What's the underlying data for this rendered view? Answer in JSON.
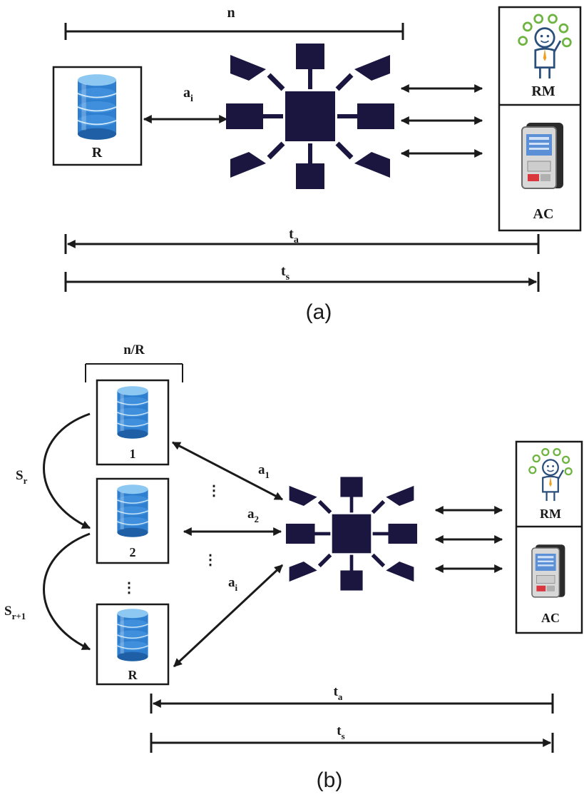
{
  "panel_a": {
    "caption": "(a)",
    "n_label": "n",
    "repo_label": "R",
    "link_label": {
      "base": "a",
      "sub": "i"
    },
    "rm_label": "RM",
    "ac_label": "AC",
    "ta_label": {
      "base": "t",
      "sub": "a"
    },
    "ts_label": {
      "base": "t",
      "sub": "s"
    }
  },
  "panel_b": {
    "caption": "(b)",
    "group_label": "n/R",
    "repo_labels": [
      "1",
      "2",
      "R"
    ],
    "sr_label": {
      "base": "S",
      "sub": "r"
    },
    "sr1_label": {
      "base": "S",
      "sub": "r+1"
    },
    "links": [
      {
        "base": "a",
        "sub": "1"
      },
      {
        "base": "a",
        "sub": "2"
      },
      {
        "base": "a",
        "sub": "i"
      }
    ],
    "vdots": "⋮",
    "rm_label": "RM",
    "ac_label": "AC",
    "ta_label": {
      "base": "t",
      "sub": "a"
    },
    "ts_label": {
      "base": "t",
      "sub": "s"
    }
  },
  "colors": {
    "chip": "#1a1640",
    "db_blue": "#2f7fd0",
    "db_light": "#8cc8f2",
    "rm_green": "#6db33f",
    "ac_screen": "#5b8fd6",
    "ac_keys": "#d9363e"
  }
}
